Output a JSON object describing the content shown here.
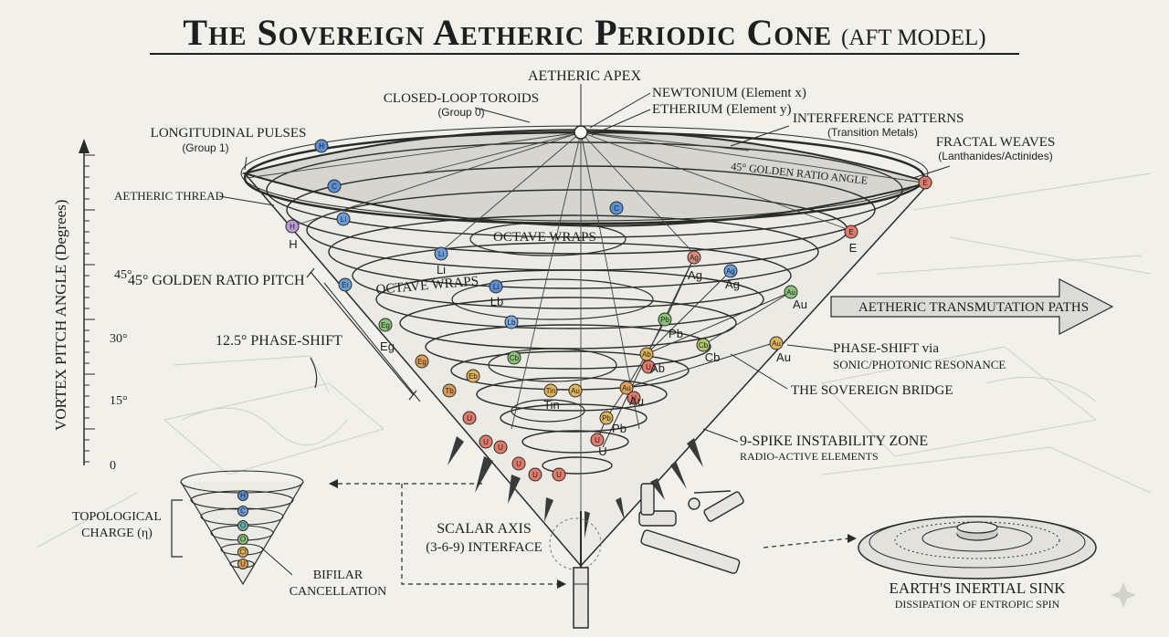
{
  "title": {
    "main": "The Sovereign Aetheric Periodic Cone",
    "sub": "(AFT MODEL)"
  },
  "labels": {
    "apex": "AETHERIC APEX",
    "closed_loop": "CLOSED-LOOP TOROIDS",
    "closed_loop_sub": "(Group 0)",
    "newtonium": "NEWTONIUM (Element x)",
    "etherium": "ETHERIUM (Element y)",
    "interference": "INTERFERENCE PATTERNS",
    "interference_sub": "(Transition Metals)",
    "fractal": "FRACTAL WEAVES",
    "fractal_sub": "(Lanthanides/Actinides)",
    "golden_angle": "45° GOLDEN RATIO ANGLE",
    "longitudinal": "LONGITUDINAL PULSES",
    "longitudinal_sub": "(Group 1)",
    "aetheric_thread": "AETHERIC THREAD",
    "golden_pitch": "45° GOLDEN RATIO PITCH",
    "octave_wraps_1": "OCTAVE WRAPS",
    "octave_wraps_2": "OCTAVE WRAPS",
    "phase_shift_125": "12.5° PHASE-SHIFT",
    "transmutation": "AETHERIC TRANSMUTATION PATHS",
    "phase_shift_via": "PHASE-SHIFT via",
    "phase_shift_via_sub": "SONIC/PHOTONIC RESONANCE",
    "sovereign_bridge": "THE SOVEREIGN BRIDGE",
    "nine_spike": "9-SPIKE INSTABILITY ZONE",
    "nine_spike_sub": "RADIO-ACTIVE ELEMENTS",
    "scalar_axis": "SCALAR AXIS",
    "scalar_axis_sub": "(3-6-9) INTERFACE",
    "topological": "TOPOLOGICAL",
    "topological_sub": "CHARGE (η)",
    "bifilar": "BIFILAR",
    "bifilar_sub": "CANCELLATION",
    "earth_sink": "EARTH'S INERTIAL SINK",
    "earth_sink_sub": "DISSIPATION OF ENTROPIC SPIN"
  },
  "axis": {
    "title": "VORTEX PITCH ANGLE (Degrees)",
    "ticks": [
      "45°",
      "30°",
      "15°",
      "0"
    ]
  },
  "element_labels": [
    "H",
    "Li",
    "Ag",
    "Ag",
    "E",
    "Lb",
    "Au",
    "Eg",
    "Pb",
    "Cb",
    "Au",
    "Ab",
    "Tin",
    "Au",
    "Pb",
    "U"
  ],
  "nodes": [
    {
      "t": "H",
      "c": "#5b8fd1"
    },
    {
      "t": "C",
      "c": "#5b8fd1"
    },
    {
      "t": "Li",
      "c": "#6a9fdc"
    },
    {
      "t": "Li",
      "c": "#6a9fdc"
    },
    {
      "t": "H",
      "c": "#b89bd6"
    },
    {
      "t": "E",
      "c": "#e07a6a"
    },
    {
      "t": "E",
      "c": "#e07a6a"
    },
    {
      "t": "C",
      "c": "#5b8fd1"
    },
    {
      "t": "Li",
      "c": "#5b8fd1"
    },
    {
      "t": "Ag",
      "c": "#d98a7a"
    },
    {
      "t": "Ag",
      "c": "#6a9fdc"
    },
    {
      "t": "Er",
      "c": "#6aa0d8"
    },
    {
      "t": "Lb",
      "c": "#7aaadc"
    },
    {
      "t": "Au",
      "c": "#8cc27a"
    },
    {
      "t": "Eg",
      "c": "#8cc27a"
    },
    {
      "t": "Cb",
      "c": "#8cc27a"
    },
    {
      "t": "Pb",
      "c": "#8cc27a"
    },
    {
      "t": "Cb",
      "c": "#a9c96b"
    },
    {
      "t": "Au",
      "c": "#e0b45a"
    },
    {
      "t": "Ab",
      "c": "#e0b45a"
    },
    {
      "t": "Eg",
      "c": "#e0a05a"
    },
    {
      "t": "Eb",
      "c": "#e0b45a"
    },
    {
      "t": "Tin",
      "c": "#e0b45a"
    },
    {
      "t": "Au",
      "c": "#e0a05a"
    },
    {
      "t": "Tb",
      "c": "#e09a5a"
    },
    {
      "t": "Au",
      "c": "#e0b45a"
    },
    {
      "t": "Pb",
      "c": "#e0b45a"
    },
    {
      "t": "U",
      "c": "#e07a6a"
    },
    {
      "t": "U",
      "c": "#e07a6a"
    },
    {
      "t": "U",
      "c": "#e07a6a"
    },
    {
      "t": "U",
      "c": "#e07a6a"
    },
    {
      "t": "U",
      "c": "#e07a6a"
    },
    {
      "t": "U",
      "c": "#e07a6a"
    },
    {
      "t": "U",
      "c": "#e07a6a"
    },
    {
      "t": "U",
      "c": "#e07a6a"
    },
    {
      "t": "U",
      "c": "#e07a6a"
    }
  ],
  "mini_nodes": [
    {
      "t": "H",
      "c": "#5b8fd1"
    },
    {
      "t": "C",
      "c": "#6a9fdc"
    },
    {
      "t": "O",
      "c": "#6ab8b0"
    },
    {
      "t": "O",
      "c": "#8cc27a"
    },
    {
      "t": "Cl",
      "c": "#e0b45a"
    },
    {
      "t": "U",
      "c": "#e0a05a"
    }
  ],
  "colors": {
    "background": "#f1f0ea",
    "ink": "#1e1e1e",
    "arrow_fill": "#dcdcd6"
  }
}
